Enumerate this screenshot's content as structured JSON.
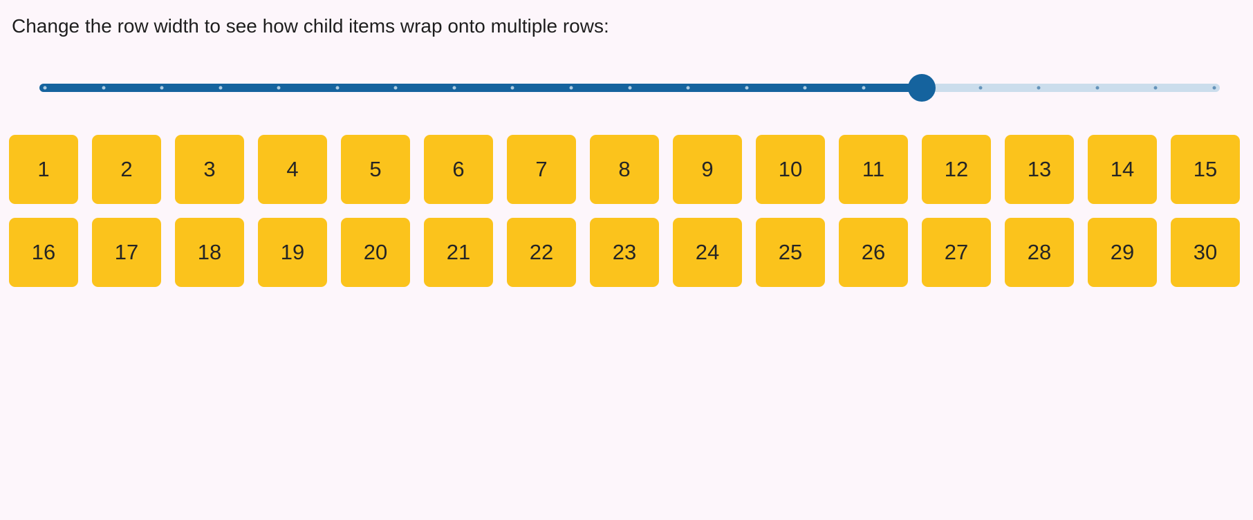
{
  "title": "Change the row width to see how child items wrap onto multiple rows:",
  "slider": {
    "label": "row-width",
    "tick_count": 21,
    "value_tick_index": 15,
    "fill_color": "#15639E",
    "rail_color": "#CBDDEC",
    "thumb_color": "#15639E",
    "tick_color_on_fill": "#ACCAE0",
    "tick_color_on_rail": "#6593BA"
  },
  "tiles": {
    "items": [
      "1",
      "2",
      "3",
      "4",
      "5",
      "6",
      "7",
      "8",
      "9",
      "10",
      "11",
      "12",
      "13",
      "14",
      "15",
      "16",
      "17",
      "18",
      "19",
      "20",
      "21",
      "22",
      "23",
      "24",
      "25",
      "26",
      "27",
      "28",
      "29",
      "30"
    ],
    "tile_color": "#FBC31C",
    "text_color": "#252525"
  },
  "colors": {
    "background": "#FDF6FB",
    "title_text": "#1E1E1E"
  }
}
